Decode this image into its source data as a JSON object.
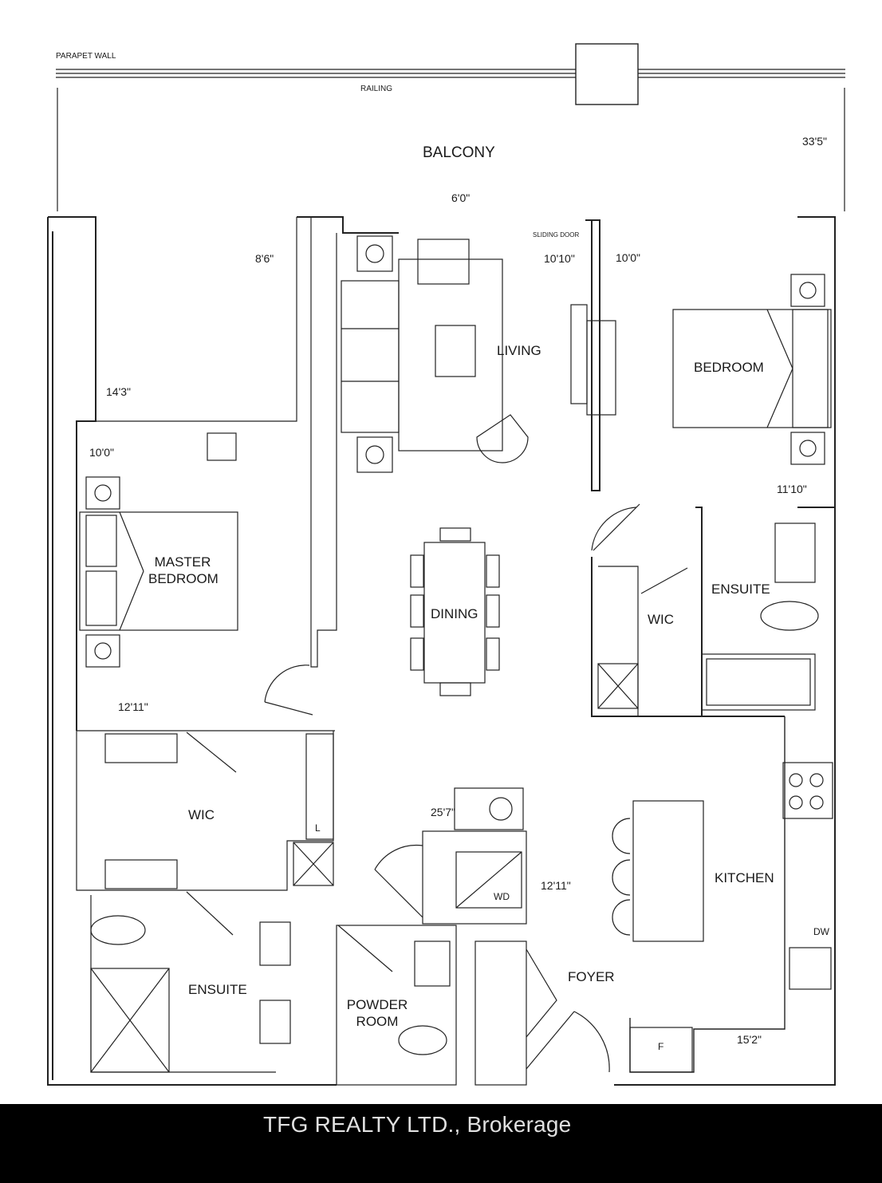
{
  "plan": {
    "parapet_wall": "PARAPET WALL",
    "railing": "RAILING",
    "sliding_door": "SLIDING DOOR",
    "rooms": {
      "balcony": "BALCONY",
      "living": "LIVING",
      "bedroom": "BEDROOM",
      "master_bedroom_1": "MASTER",
      "master_bedroom_2": "BEDROOM",
      "dining": "DINING",
      "wic_bedroom": "WIC",
      "ensuite_bedroom": "ENSUITE",
      "wic_master": "WIC",
      "ensuite_master": "ENSUITE",
      "kitchen": "KITCHEN",
      "foyer": "FOYER",
      "powder_room_1": "POWDER",
      "powder_room_2": "ROOM"
    },
    "fixtures": {
      "laundry": "WD",
      "dishwasher": "DW",
      "fridge": "F",
      "linen": "L"
    },
    "dimensions": {
      "balcony_width": "33'5\"",
      "balcony_door": "6'0\"",
      "master_depth": "8'6\"",
      "living_width": "10'10\"",
      "bedroom_width": "10'0\"",
      "master_length": "14'3\"",
      "master_width": "10'0\"",
      "bedroom_length": "11'10\"",
      "master_wic": "12'11\"",
      "center_length": "25'7\"",
      "laundry_dim": "12'11\"",
      "kitchen_dim": "15'2\""
    }
  },
  "watermark": "TFG REALTY LTD., Brokerage"
}
